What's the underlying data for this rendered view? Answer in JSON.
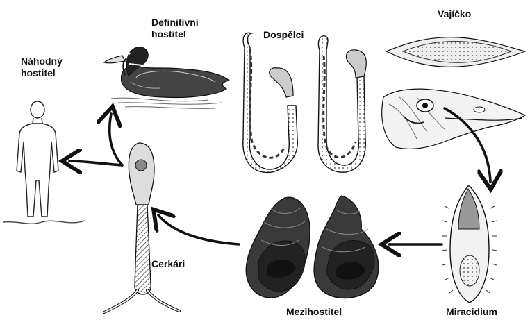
{
  "labels": {
    "definitive_host_line1": "Definitivní",
    "definitive_host_line2": "hostitel",
    "accidental_host_line1": "Náhodný",
    "accidental_host_line2": "hostitel",
    "adults": "Dospělci",
    "egg": "Vajíčko",
    "miracidium": "Miracidium",
    "intermediate_host": "Mezihostitel",
    "cercaria": "Cerkári"
  },
  "colors": {
    "ink": "#111111",
    "paper": "#ffffff",
    "shade": "#555555",
    "light_shade": "#bbbbbb"
  }
}
